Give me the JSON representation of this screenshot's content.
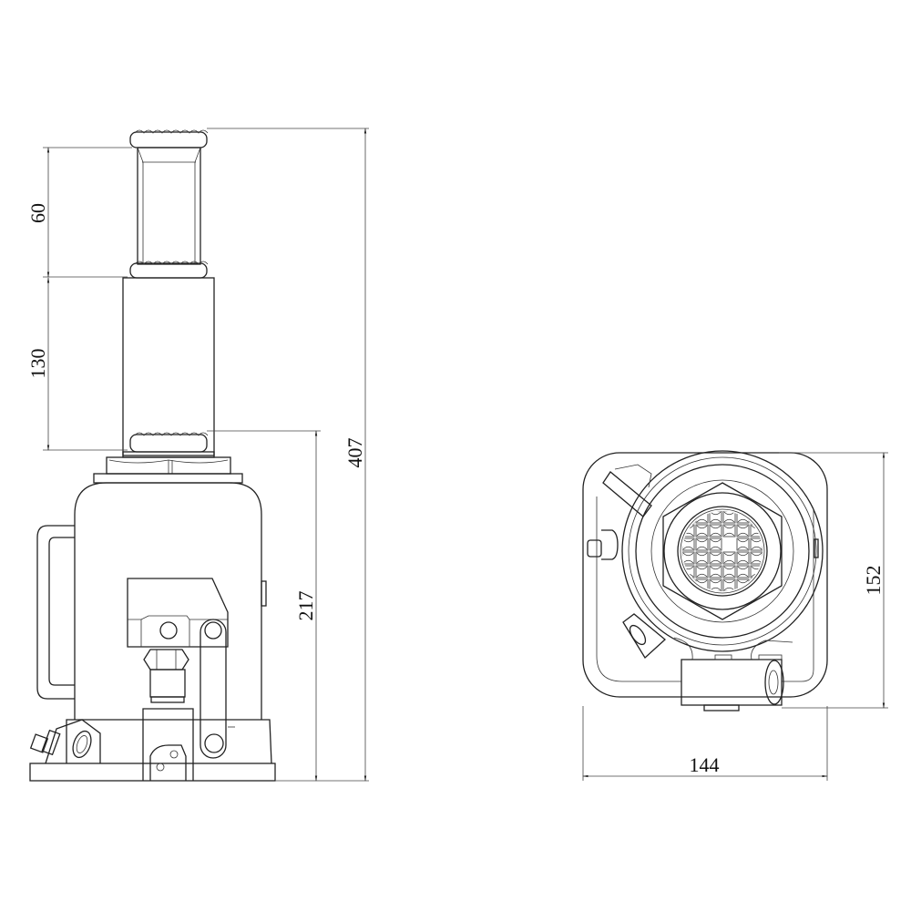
{
  "drawing": {
    "side_view": {
      "dimensions": {
        "extension_height": "60",
        "ram_stroke": "130",
        "total_height": "407",
        "min_height": "217"
      }
    },
    "top_view": {
      "dimensions": {
        "width": "144",
        "depth": "152"
      }
    },
    "line_color": "#222222",
    "background_color": "#ffffff"
  }
}
